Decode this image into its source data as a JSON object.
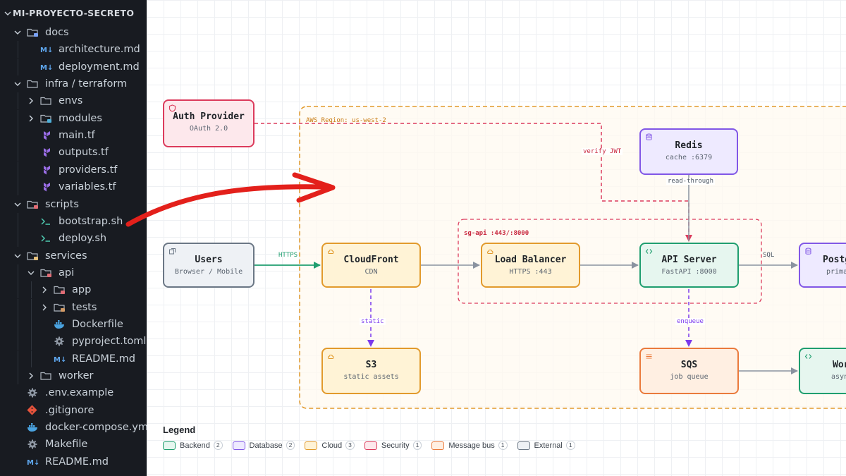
{
  "explorer": {
    "root_label": "MI-PROYECTO-SECRETO",
    "items": [
      {
        "label": "docs",
        "depth": 1,
        "kind": "folder-open",
        "icon": "folder-docs-icon"
      },
      {
        "label": "architecture.md",
        "depth": 2,
        "kind": "file",
        "icon": "markdown-icon"
      },
      {
        "label": "deployment.md",
        "depth": 2,
        "kind": "file",
        "icon": "markdown-icon"
      },
      {
        "label": "infra / terraform",
        "depth": 1,
        "kind": "folder-open",
        "icon": "folder-icon"
      },
      {
        "label": "envs",
        "depth": 2,
        "kind": "folder-closed",
        "icon": "folder-icon"
      },
      {
        "label": "modules",
        "depth": 2,
        "kind": "folder-closed",
        "icon": "folder-modules-icon"
      },
      {
        "label": "main.tf",
        "depth": 2,
        "kind": "file",
        "icon": "terraform-icon"
      },
      {
        "label": "outputs.tf",
        "depth": 2,
        "kind": "file",
        "icon": "terraform-icon"
      },
      {
        "label": "providers.tf",
        "depth": 2,
        "kind": "file",
        "icon": "terraform-icon"
      },
      {
        "label": "variables.tf",
        "depth": 2,
        "kind": "file",
        "icon": "terraform-icon"
      },
      {
        "label": "scripts",
        "depth": 1,
        "kind": "folder-open",
        "icon": "folder-scripts-icon"
      },
      {
        "label": "bootstrap.sh",
        "depth": 2,
        "kind": "file",
        "icon": "shell-icon"
      },
      {
        "label": "deploy.sh",
        "depth": 2,
        "kind": "file",
        "icon": "shell-icon"
      },
      {
        "label": "services",
        "depth": 1,
        "kind": "folder-open",
        "icon": "folder-services-icon"
      },
      {
        "label": "api",
        "depth": 2,
        "kind": "folder-open",
        "icon": "folder-api-icon"
      },
      {
        "label": "app",
        "depth": 3,
        "kind": "folder-closed",
        "icon": "folder-app-icon"
      },
      {
        "label": "tests",
        "depth": 3,
        "kind": "folder-closed",
        "icon": "folder-tests-icon"
      },
      {
        "label": "Dockerfile",
        "depth": 3,
        "kind": "file",
        "icon": "docker-icon"
      },
      {
        "label": "pyproject.toml",
        "depth": 3,
        "kind": "file",
        "icon": "gear-icon"
      },
      {
        "label": "README.md",
        "depth": 3,
        "kind": "file",
        "icon": "markdown-icon"
      },
      {
        "label": "worker",
        "depth": 2,
        "kind": "folder-closed",
        "icon": "folder-icon"
      },
      {
        "label": ".env.example",
        "depth": 1,
        "kind": "file",
        "icon": "gear-icon"
      },
      {
        "label": ".gitignore",
        "depth": 1,
        "kind": "file",
        "icon": "git-icon"
      },
      {
        "label": "docker-compose.yml",
        "depth": 1,
        "kind": "file",
        "icon": "docker-icon"
      },
      {
        "label": "Makefile",
        "depth": 1,
        "kind": "file",
        "icon": "gear-icon"
      },
      {
        "label": "README.md",
        "depth": 1,
        "kind": "file",
        "icon": "markdown-icon"
      }
    ]
  },
  "diagram": {
    "region_label": "AWS Region: us-west-2",
    "sg_label": "sg-api :443/:8000",
    "nodes": {
      "auth": {
        "title": "Auth Provider",
        "sub": "OAuth 2.0",
        "category": "security",
        "icon": "shield-icon"
      },
      "redis": {
        "title": "Redis",
        "sub": "cache :6379",
        "category": "database",
        "icon": "database-icon"
      },
      "users": {
        "title": "Users",
        "sub": "Browser / Mobile",
        "category": "external",
        "icon": "window-icon"
      },
      "cloudfront": {
        "title": "CloudFront",
        "sub": "CDN",
        "category": "cloud",
        "icon": "cloud-icon"
      },
      "lb": {
        "title": "Load Balancer",
        "sub": "HTTPS :443",
        "category": "cloud",
        "icon": "cloud-icon"
      },
      "api": {
        "title": "API Server",
        "sub": "FastAPI :8000",
        "category": "backend",
        "icon": "code-icon"
      },
      "postgres": {
        "title": "Postg",
        "sub": "primar",
        "category": "database",
        "icon": "database-icon"
      },
      "s3": {
        "title": "S3",
        "sub": "static assets",
        "category": "cloud",
        "icon": "cloud-icon"
      },
      "sqs": {
        "title": "SQS",
        "sub": "job queue",
        "category": "bus",
        "icon": "queue-icon"
      },
      "worker": {
        "title": "Wor",
        "sub": "async",
        "category": "backend",
        "icon": "code-icon"
      }
    },
    "edge_labels": {
      "verify": "verify JWT",
      "readthrough": "read-through",
      "https": "HTTPS",
      "sql": "SQL",
      "static": "static",
      "enqueue": "enqueue"
    },
    "legend": {
      "title": "Legend",
      "items": [
        {
          "label": "Backend",
          "count": "2",
          "category": "backend"
        },
        {
          "label": "Database",
          "count": "2",
          "category": "database"
        },
        {
          "label": "Cloud",
          "count": "3",
          "category": "cloud"
        },
        {
          "label": "Security",
          "count": "1",
          "category": "security"
        },
        {
          "label": "Message bus",
          "count": "1",
          "category": "bus"
        },
        {
          "label": "External",
          "count": "1",
          "category": "external"
        }
      ]
    }
  },
  "colors": {
    "sidebar_bg": "#181b21",
    "backend": "#1f9e6f",
    "database": "#8157e6",
    "cloud": "#e29a2c",
    "security": "#dc3b5c",
    "bus": "#ea7a3c",
    "external": "#6b7785",
    "annotation_arrow": "#e3201b"
  }
}
